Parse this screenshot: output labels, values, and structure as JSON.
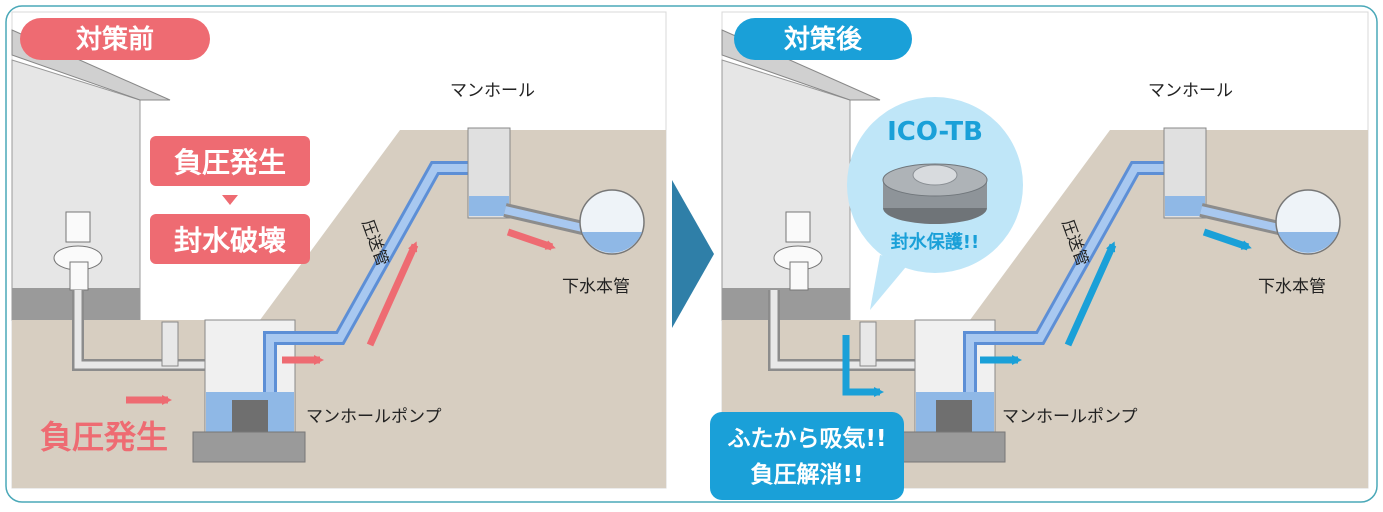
{
  "colors": {
    "before_accent": "#ee6b72",
    "after_accent": "#1aa0d8",
    "water": "#8fb8e6",
    "ground": "#d7cec1",
    "wall": "#e8e8e8",
    "pipe": "#7aa7e0"
  },
  "before": {
    "badge": "対策前",
    "manhole_label": "マンホール",
    "pipe_label": "圧送管",
    "main_label": "下水本管",
    "pump_label": "マンホールポンプ",
    "star_top": "負圧発生",
    "star_bottom": "封水破壊",
    "bottom_text": "負圧発生"
  },
  "after": {
    "badge": "対策後",
    "manhole_label": "マンホール",
    "pipe_label": "圧送管",
    "main_label": "下水本管",
    "pump_label": "マンホールポンプ",
    "product_name": "ICO-TB",
    "product_caption": "封水保護!!",
    "callout_line1": "ふたから吸気!!",
    "callout_line2": "負圧解消!!"
  },
  "icons": {
    "divider": "chevron-right-icon",
    "toilet": "toilet-icon",
    "product": "trap-seal-device-icon"
  }
}
